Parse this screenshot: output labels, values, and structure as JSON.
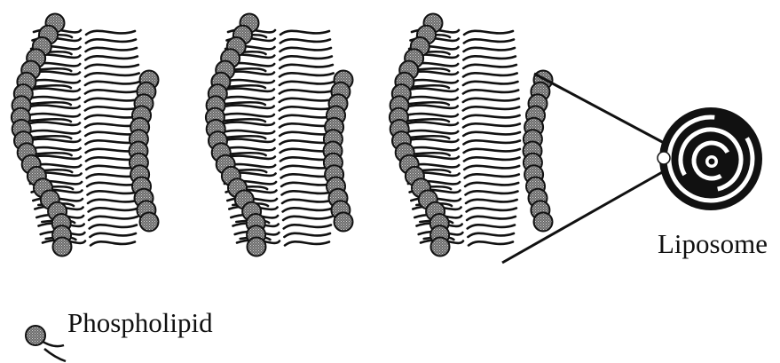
{
  "labels": {
    "liposome": "Liposome",
    "legend": "Phospholipid"
  },
  "colors": {
    "ink": "#111111",
    "head_fill": "#5a5a5a",
    "background": "#ffffff"
  },
  "structure": {
    "bilayer_segments": 3,
    "liposome_rings": 3
  }
}
